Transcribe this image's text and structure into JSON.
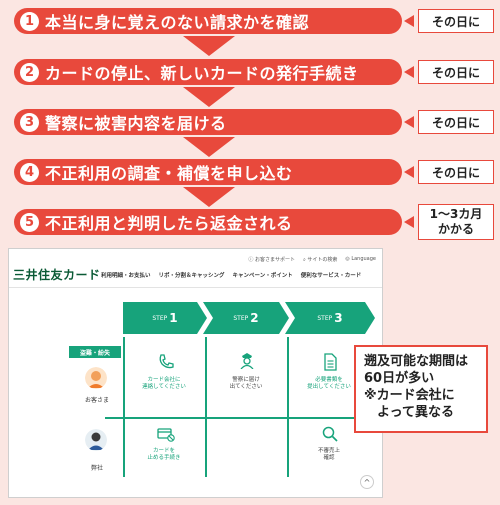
{
  "steps": [
    {
      "num": "1",
      "label": "本当に身に覚えのない請求かを確認",
      "timing": "その日に"
    },
    {
      "num": "2",
      "label": "カードの停止、新しいカードの発行手続き",
      "timing": "その日に"
    },
    {
      "num": "3",
      "label": "警察に被害内容を届ける",
      "timing": "その日に"
    },
    {
      "num": "4",
      "label": "不正利用の調査・補償を申し込む",
      "timing": "その日に"
    },
    {
      "num": "5",
      "label": "不正利用と判明したら返金される",
      "timing_line1": "1～3カ月",
      "timing_line2": "かかる"
    }
  ],
  "site": {
    "logo": "三井住友カード",
    "util": [
      "お客さまサポート",
      "サイトの検索",
      "Language"
    ],
    "nav": [
      "利用明細・お支払い",
      "リボ・分割＆キャッシング",
      "キャンペーン・ポイント",
      "便利なサービス・カード"
    ],
    "step_word": "STEP",
    "step_nums": [
      "1",
      "2",
      "3"
    ],
    "tag": "盗難・紛失",
    "customer": "お客さま",
    "company": "弊社",
    "card_company_contact_1": "カード会社に",
    "card_company_contact_2": "連絡してください",
    "police_1": "警察に届け",
    "police_2": "出てください",
    "documents_1": "必要書類を",
    "documents_2": "提出してください",
    "card_stop_1": "カードを",
    "card_stop_2": "止める手続き",
    "investigate_1": "不審売上",
    "investigate_2": "確認"
  },
  "note": {
    "line1": "遡及可能な期間は",
    "line2": "60日が多い",
    "line3": "※カード会社に",
    "line4": "　よって異なる"
  },
  "colors": {
    "accent": "#e8493c",
    "green": "#17a37b",
    "background": "#fbe6e2"
  }
}
